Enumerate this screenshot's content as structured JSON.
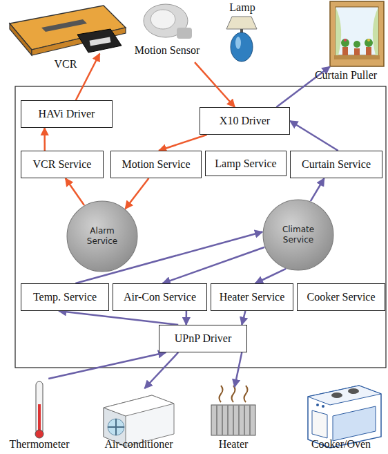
{
  "diagram": {
    "nodes": [
      {
        "text": [
          "VCR"
        ]
      },
      {
        "text": [
          "Motion Sensor"
        ]
      },
      {
        "text": [
          "Lamp"
        ]
      },
      {
        "text": [
          "Curtain Puller"
        ]
      },
      {
        "text": [
          "HAVi Driver"
        ]
      },
      {
        "text": [
          "X10 Driver"
        ]
      },
      {
        "text": [
          "VCR Service"
        ]
      },
      {
        "text": [
          "Motion Service"
        ]
      },
      {
        "text": [
          "Lamp Service"
        ]
      },
      {
        "text": [
          "Curtain Service"
        ]
      },
      {
        "text": [
          "Alarm Service"
        ]
      },
      {
        "text": [
          "Climate Service"
        ]
      },
      {
        "text": [
          "Temp. Service"
        ]
      },
      {
        "text": [
          "Air-Con Service"
        ]
      },
      {
        "text": [
          "Heater Service"
        ]
      },
      {
        "text": [
          "Cooker Service"
        ]
      },
      {
        "text": [
          "UPnP Driver"
        ]
      },
      {
        "text": [
          "Thermometer"
        ]
      },
      {
        "text": [
          "Air-conditioner"
        ]
      },
      {
        "text": [
          "Heater"
        ]
      },
      {
        "text": [
          "Cooker/Oven"
        ]
      }
    ],
    "edges": [
      {
        "from": 4,
        "to": 0,
        "arrow": "to"
      },
      {
        "from": 1,
        "to": 5,
        "arrow": "to"
      },
      {
        "from": 5,
        "to": 7,
        "arrow": "to"
      },
      {
        "from": 7,
        "to": 10,
        "arrow": "to"
      },
      {
        "from": 10,
        "to": 6,
        "arrow": "to"
      },
      {
        "from": 6,
        "to": 4,
        "arrow": "to"
      },
      {
        "from": 5,
        "to": 3,
        "arrow": "to"
      },
      {
        "from": 9,
        "to": 5,
        "arrow": "to"
      },
      {
        "from": 11,
        "to": 9,
        "arrow": "to"
      },
      {
        "from": 12,
        "to": 11,
        "arrow": "to"
      },
      {
        "from": 11,
        "to": 13,
        "arrow": "to"
      },
      {
        "from": 11,
        "to": 14,
        "arrow": "to"
      },
      {
        "from": 16,
        "to": 12,
        "arrow": "to"
      },
      {
        "from": 13,
        "to": 16,
        "arrow": "to"
      },
      {
        "from": 14,
        "to": 16,
        "arrow": "to"
      },
      {
        "from": 17,
        "to": 16,
        "arrow": "to"
      },
      {
        "from": 16,
        "to": 18,
        "arrow": "to"
      },
      {
        "from": 16,
        "to": 19,
        "arrow": "to"
      }
    ]
  }
}
